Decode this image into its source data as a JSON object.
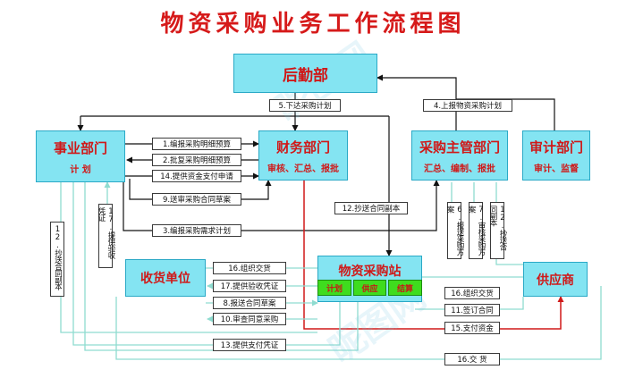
{
  "title": "物资采购业务工作流程图",
  "nodes": {
    "logistics": {
      "name": "后勤部"
    },
    "business": {
      "name": "事业部门",
      "sub": "计  划"
    },
    "finance": {
      "name": "财务部门",
      "sub": "审核、汇总、报批"
    },
    "procurement_dept": {
      "name": "采购主管部门",
      "sub": "汇总、编制、报批"
    },
    "audit": {
      "name": "审计部门",
      "sub": "审计、监督"
    },
    "receiving": {
      "name": "收货单位"
    },
    "station": {
      "name": "物资采购站",
      "tags": [
        "计划",
        "供应",
        "结算"
      ]
    },
    "supplier": {
      "name": "供应商"
    }
  },
  "steps": {
    "s1": "1.编报采购明细预算",
    "s2": "2.批复采购明细预算",
    "s3": "3.编报采购需求计划",
    "s4": "4.上报物资采购计划",
    "s5": "5.下达采购计划",
    "s6": "6.报送采购方案",
    "s7": "7.审核采购方案",
    "s8": "8.报送合同草案",
    "s9": "9.送审采购合同草案",
    "s10": "10.审查同意采购",
    "s11": "11.签订合同",
    "s12a": "12.抄送合同副本",
    "s12b": "12.抄送合同副本",
    "s12c": "12.抄送合同副本",
    "s13": "13.提供支付凭证",
    "s14": "14.提供资金支付申请",
    "s15": "15.支付资金",
    "s16a": "16.组织交货",
    "s16b": "16.组织交货",
    "s16c": "16.交  货",
    "s17a": "17.提供验收凭证",
    "s17b": "17.提供验收凭证"
  },
  "watermark": [
    "昵图网",
    "昵图网"
  ]
}
